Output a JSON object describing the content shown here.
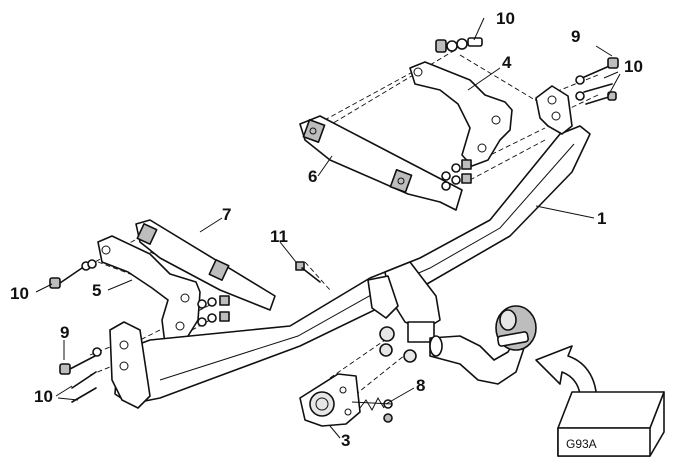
{
  "callouts": {
    "c1": "1",
    "c3": "3",
    "c4": "4",
    "c5": "5",
    "c6": "6",
    "c7": "7",
    "c8": "8",
    "c9": "9",
    "c10": "10",
    "c11": "11"
  },
  "box": {
    "code": "G93A"
  }
}
